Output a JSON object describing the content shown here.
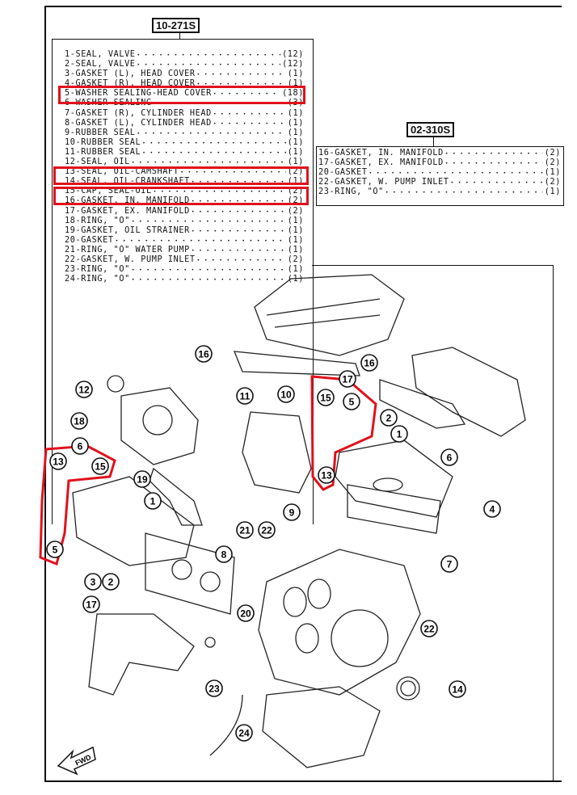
{
  "main_kit": {
    "code": "10-271S",
    "items": [
      {
        "label": "1-SEAL, VALVE",
        "qty": "(12)"
      },
      {
        "label": "2-SEAL, VALVE",
        "qty": "(12)"
      },
      {
        "label": "3-GASKET (L), HEAD COVER",
        "qty": "(1)"
      },
      {
        "label": "4-GASKET (R), HEAD COVER",
        "qty": "(1)"
      },
      {
        "label": "5-WASHER SEALING-HEAD COVER",
        "qty": "(18)"
      },
      {
        "label": "6-WASHER SEALING",
        "qty": "(3)"
      },
      {
        "label": "7-GASKET (R), CYLINDER HEAD",
        "qty": "(1)"
      },
      {
        "label": "8-GASKET (L), CYLINDER HEAD",
        "qty": "(1)"
      },
      {
        "label": "9-RUBBER SEAL",
        "qty": "(1)"
      },
      {
        "label": "10-RUBBER SEAL",
        "qty": "(1)"
      },
      {
        "label": "11-RUBBER SEAL",
        "qty": "(1)"
      },
      {
        "label": "12-SEAL, OIL",
        "qty": "(1)"
      },
      {
        "label": "13-SEAL, OIL-CAMSHAFT",
        "qty": "(2)"
      },
      {
        "label": "14-SEAL, OIL-CRANKSHAFT",
        "qty": "(1)"
      },
      {
        "label": "15-CAP, SEAL-OIL",
        "qty": "(2)"
      },
      {
        "label": "16-GASKET, IN. MANIFOLD",
        "qty": "(2)"
      },
      {
        "label": "17-GASKET, EX. MANIFOLD",
        "qty": "(2)"
      },
      {
        "label": "18-RING, \"O\"",
        "qty": "(1)"
      },
      {
        "label": "19-GASKET, OIL STRAINER",
        "qty": "(1)"
      },
      {
        "label": "20-GASKET",
        "qty": "(1)"
      },
      {
        "label": "21-RING, \"O\" WATER PUMP",
        "qty": "(1)"
      },
      {
        "label": "22-GASKET, W. PUMP INLET",
        "qty": "(2)"
      },
      {
        "label": "23-RING, \"O\"",
        "qty": "(1)"
      },
      {
        "label": "24-RING, \"O\"",
        "qty": "(1)"
      }
    ]
  },
  "sub_kit": {
    "code": "02-310S",
    "items": [
      {
        "label": "16-GASKET, IN. MANIFOLD",
        "qty": "(2)"
      },
      {
        "label": "17-GASKET, EX. MANIFOLD",
        "qty": "(2)"
      },
      {
        "label": "20-GASKET",
        "qty": "(1)"
      },
      {
        "label": "22-GASKET, W. PUMP INLET",
        "qty": "(2)"
      },
      {
        "label": "23-RING, \"O\"",
        "qty": "(1)"
      }
    ]
  },
  "callouts": [
    "16",
    "16",
    "17",
    "12",
    "11",
    "10",
    "15",
    "5",
    "2",
    "1",
    "18",
    "6",
    "6",
    "13",
    "15",
    "19",
    "13",
    "1",
    "4",
    "9",
    "21",
    "22",
    "5",
    "8",
    "7",
    "3",
    "2",
    "17",
    "20",
    "22",
    "23",
    "14",
    "24"
  ],
  "fwd_label": "FWD",
  "highlight_color": "#e0111b"
}
